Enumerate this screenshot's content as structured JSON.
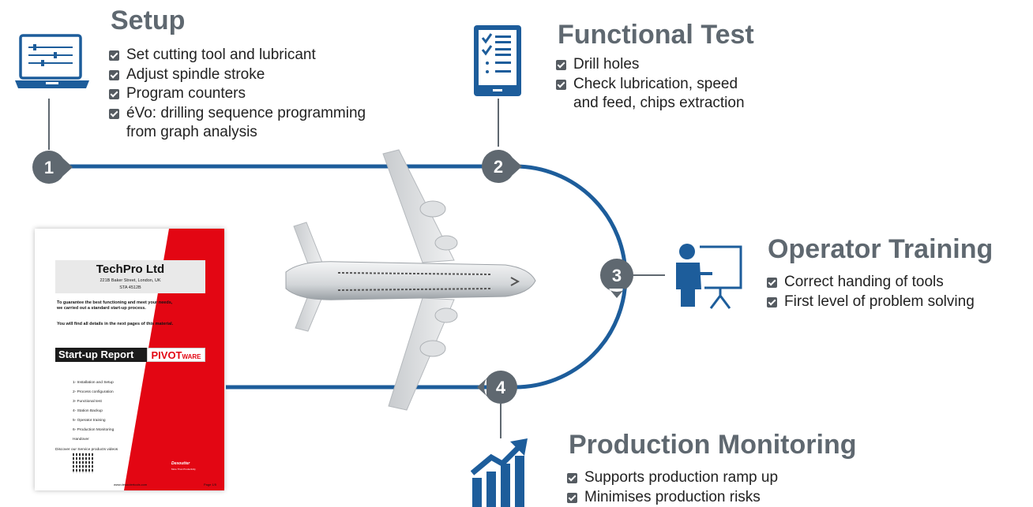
{
  "colors": {
    "accent": "#1d5d9b",
    "pin": "#5f6870",
    "title": "#5f6870",
    "report_red": "#e30613"
  },
  "steps": [
    {
      "number": "1",
      "title": "Setup",
      "icon": "laptop-settings-icon",
      "items": [
        "Set cutting tool and lubricant",
        "Adjust spindle stroke",
        "Program counters",
        [
          "éVo: drilling sequence programming",
          "from graph analysis"
        ]
      ]
    },
    {
      "number": "2",
      "title": "Functional Test",
      "icon": "tablet-checklist-icon",
      "items": [
        "Drill holes",
        [
          "Check lubrication, speed",
          "and feed, chips extraction"
        ]
      ]
    },
    {
      "number": "3",
      "title": "Operator Training",
      "icon": "presenter-board-icon",
      "items": [
        "Correct handing of tools",
        "First level of problem solving"
      ]
    },
    {
      "number": "4",
      "title": "Production Monitoring",
      "icon": "growth-chart-icon",
      "items": [
        "Supports production ramp up",
        "Minimises production risks"
      ]
    }
  ],
  "report": {
    "company": "TechPro Ltd",
    "address": "221B Baker Street, London, UK",
    "ref": "STA 4512B",
    "para1": "To guarantee the best functioning and meet your needs, we carried out a standard start-up process.",
    "para2": "You will find all details in the next pages of this material.",
    "banner": "Start-up Report",
    "brand_main": "PIVOT",
    "brand_sub": "WARE",
    "toc": [
      "1- Installation and Setup",
      "2- Process configuration",
      "3- Functional test",
      "4- Station Backup",
      "5- Operator training",
      "6- Production Monitoring",
      "Handover"
    ],
    "discover": "Discover our Service products videos",
    "website": "www.desoutertools.com",
    "page": "Page 1/5",
    "logo_text": "Desoutter",
    "logo_tagline": "More Than Productivity"
  }
}
